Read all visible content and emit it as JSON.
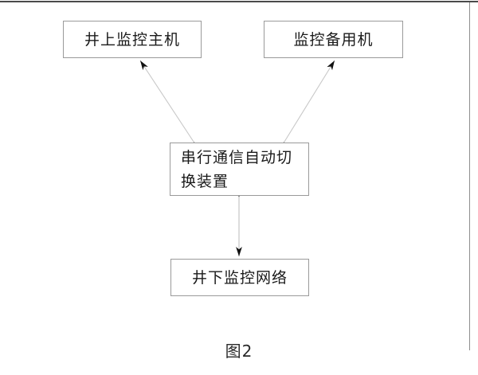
{
  "figure": {
    "caption": "图2",
    "nodes": [
      {
        "id": "upper-host",
        "label": "井上监控主机"
      },
      {
        "id": "backup-host",
        "label": "监控备用机"
      },
      {
        "id": "switch-device",
        "label": "串行通信自动切\n换装置"
      },
      {
        "id": "underground-network",
        "label": "井下监控网络"
      }
    ],
    "connectors": [
      {
        "id": "switch-to-upper-host",
        "from": "switch-device",
        "to": "upper-host",
        "style": "double-arrow"
      },
      {
        "id": "switch-to-backup-host",
        "from": "switch-device",
        "to": "backup-host",
        "style": "double-arrow"
      },
      {
        "id": "switch-to-underground-network",
        "from": "switch-device",
        "to": "underground-network",
        "style": "double-arrow"
      }
    ],
    "colors": {
      "box_border": "#9a9a9a",
      "connector_line": "#c8c8c8",
      "arrow_head": "#111111",
      "text": "#1a1a1a",
      "page_edge": "#4a4a4a",
      "background": "#ffffff"
    }
  }
}
